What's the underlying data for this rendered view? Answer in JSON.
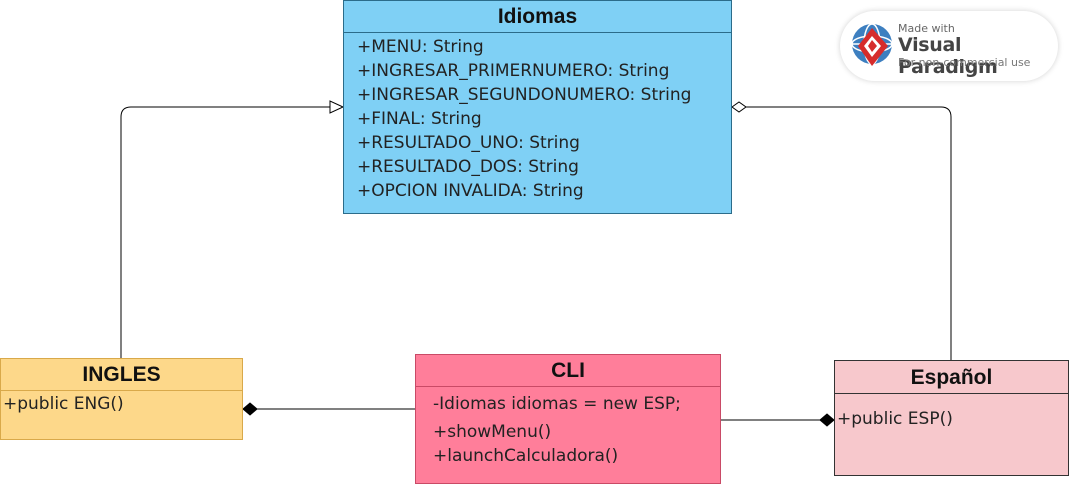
{
  "watermark": {
    "top": "Made with",
    "main": "Visual Paradigm",
    "bottom": "For non-commercial use"
  },
  "classes": {
    "idiomas": {
      "name": "Idiomas",
      "attributes": [
        "+MENU: String",
        "+INGRESAR_PRIMERNUMERO: String",
        "+INGRESAR_SEGUNDONUMERO: String",
        "+FINAL: String",
        "+RESULTADO_UNO: String",
        "+RESULTADO_DOS: String",
        "+OPCION INVALIDA: String"
      ]
    },
    "ingles": {
      "name": "INGLES",
      "operations": [
        "+public ENG()"
      ]
    },
    "cli": {
      "name": "CLI",
      "attributes": [
        "-Idiomas idiomas = new ESP;"
      ],
      "operations": [
        "+showMenu()",
        "+launchCalculadora()"
      ]
    },
    "espanol": {
      "name": "Español",
      "operations": [
        "+public ESP()"
      ]
    }
  },
  "relations": [
    {
      "from": "ingles",
      "to": "idiomas",
      "type": "generalization"
    },
    {
      "from": "espanol",
      "to": "idiomas",
      "type": "aggregation"
    },
    {
      "from": "cli",
      "to": "ingles",
      "type": "composition"
    },
    {
      "from": "cli",
      "to": "espanol",
      "type": "composition"
    }
  ]
}
